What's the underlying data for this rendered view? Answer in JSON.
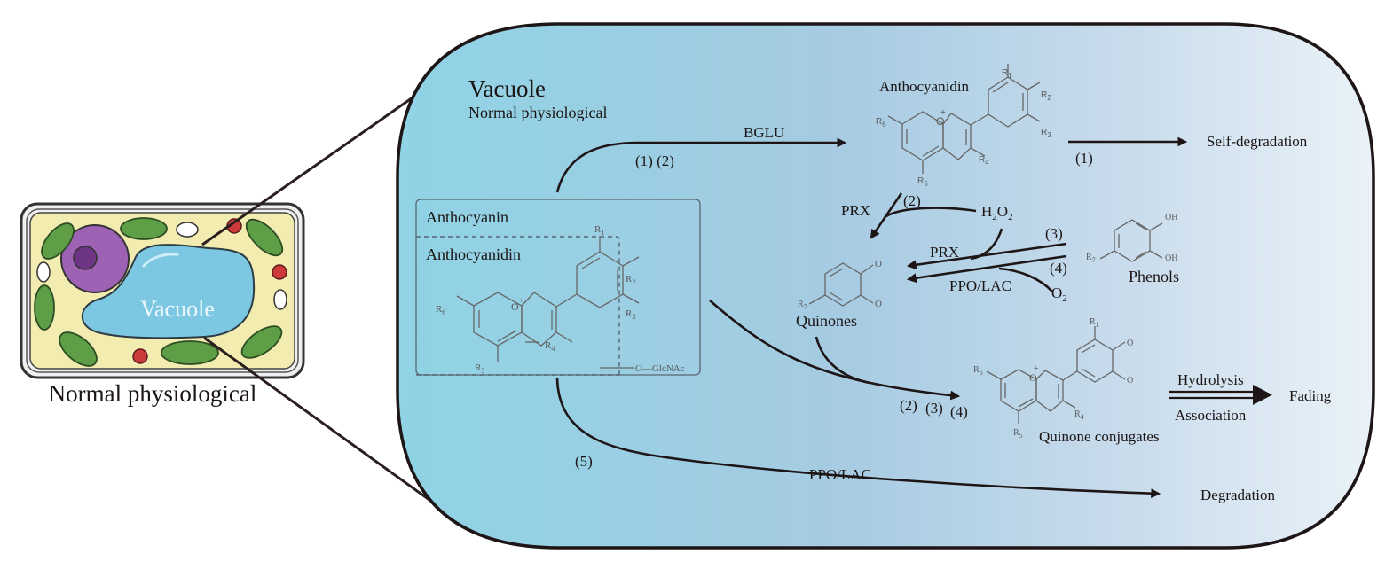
{
  "cell": {
    "vacuole_label": "Vacuole",
    "caption": "Normal physiological",
    "colors": {
      "wall": "#f3ecb0",
      "vacuole": "#7cc8e2",
      "nucleus": "#9a5fb0",
      "chloroplast": "#5e9e46",
      "red_organelle": "#cc3a3a"
    }
  },
  "panel": {
    "title": "Vacuole",
    "subtitle": "Normal physiological",
    "colors": {
      "gradient_start": "#8fd0e2",
      "gradient_mid": "#a9cce3",
      "gradient_end": "#e8f1f8",
      "border": "#1e1616"
    }
  },
  "anthocyanin_box": {
    "title": "Anthocyanin",
    "inner_title": "Anthocyanidin",
    "substituents": [
      "R1",
      "R2",
      "R3",
      "R4",
      "R5",
      "R6"
    ],
    "oxonium": "O+",
    "glycoside": "O—GlcNAc"
  },
  "top_anthocyanidin": {
    "title": "Anthocyanidin",
    "substituents": [
      "R1",
      "R2",
      "R3",
      "R4",
      "R5",
      "R6"
    ]
  },
  "arrows": {
    "bglu": {
      "enzyme": "BGLU",
      "steps": "(1) (2)"
    },
    "self_degradation": {
      "step": "(1)",
      "target": "Self-degradation"
    },
    "prx_h2o2": {
      "enzyme": "PRX",
      "step": "(2)",
      "reactant": "H2O2"
    },
    "phenol_prx": {
      "enzyme": "PRX",
      "step": "(3)"
    },
    "phenol_ppo": {
      "enzyme": "PPO/LAC",
      "step": "(4)",
      "reactant": "O2"
    },
    "conjugation": {
      "steps": [
        "(2)",
        "(3)",
        "(4)"
      ]
    },
    "fading": {
      "top": "Hydrolysis",
      "bottom": "Association",
      "target": "Fading"
    },
    "degradation": {
      "step": "(5)",
      "enzyme": "PPO/LAC",
      "target": "Degradation"
    }
  },
  "molecules": {
    "quinones": {
      "label": "Quinones",
      "substituent": "R7",
      "oxygen": "O"
    },
    "phenols": {
      "label": "Phenols",
      "substituent": "R7",
      "hydroxyl": "OH"
    },
    "quinone_conjugates": {
      "label": "Quinone conjugates",
      "substituents": [
        "R1",
        "R4",
        "R5",
        "R6"
      ],
      "oxygen": "O"
    }
  }
}
